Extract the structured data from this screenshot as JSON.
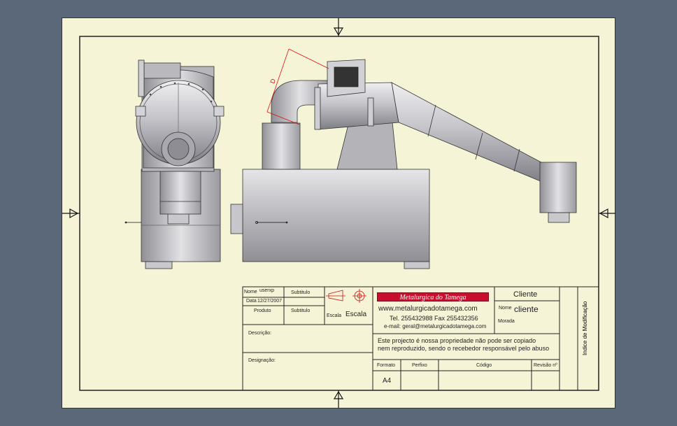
{
  "title_block": {
    "nome_label": "Nome",
    "nome_value": "userxp",
    "data_label": "Data",
    "data_value": "12/27/2007",
    "subtitulo1": "Subtitulo",
    "produto": "Produto",
    "subtitulo2": "Subtitulo",
    "escala_label": "Escala",
    "escala_value": "Escala",
    "descricao": "Descrição:",
    "designacao": "Designação:",
    "logo_text": "Metalurgica do Tamega",
    "website": "www.metalurgicadotamega.com",
    "phone": "Tel. 255432988 Fax 255432356",
    "email": "e-mail: geral@metalurgicadotamega.com",
    "cliente_header": "Cliente",
    "cliente_nome_label": "Nome",
    "cliente_nome_value": "cliente",
    "morada_label": "Morada",
    "notice_line1": "Este projecto é nossa propriedade não pode ser copiado",
    "notice_line2": "nem reproduzido, sendo o recebedor responsável pelo abuso",
    "formato_label": "Formato",
    "formato_value": "A4",
    "perfixo_label": "Perfixo",
    "codigo_label": "Código",
    "revisao_label": "Revisão nº",
    "indice_label": "Indice de Modificação"
  },
  "dimension_label": "D"
}
